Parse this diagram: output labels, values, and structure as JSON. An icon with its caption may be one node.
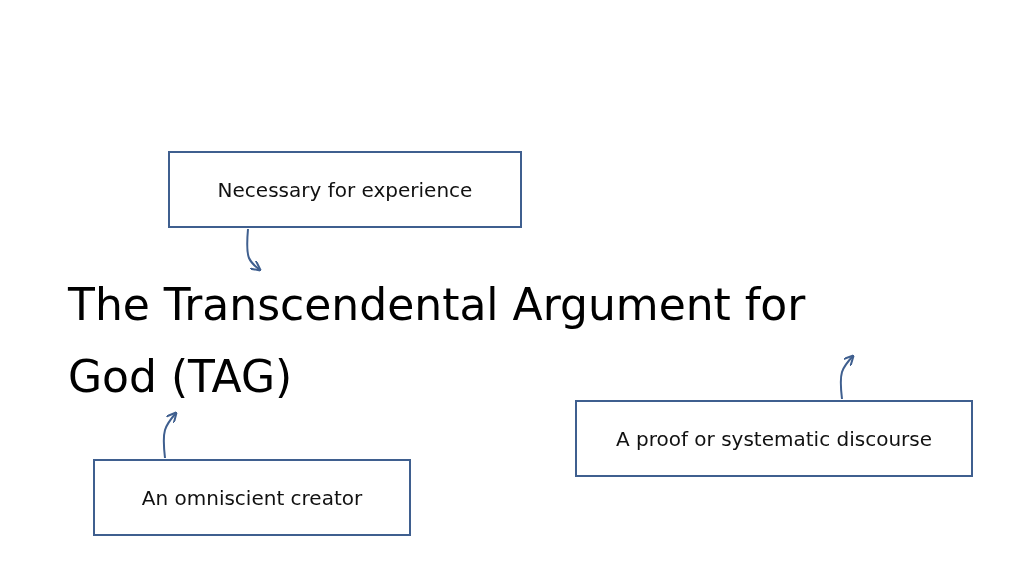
{
  "diagram": {
    "nodes": [
      {
        "text": [
          "Necessary for experience"
        ]
      },
      {
        "text": [
          "The Transcendental Argument for God (TAG)"
        ]
      },
      {
        "text": [
          "A proof or systematic discourse"
        ]
      },
      {
        "text": [
          "An omniscient creator"
        ]
      }
    ],
    "edges": [
      {
        "from": 0,
        "to": 1,
        "arrow": "to"
      },
      {
        "from": 2,
        "to": 1,
        "arrow": "to"
      },
      {
        "from": 3,
        "to": 1,
        "arrow": "to"
      }
    ]
  }
}
